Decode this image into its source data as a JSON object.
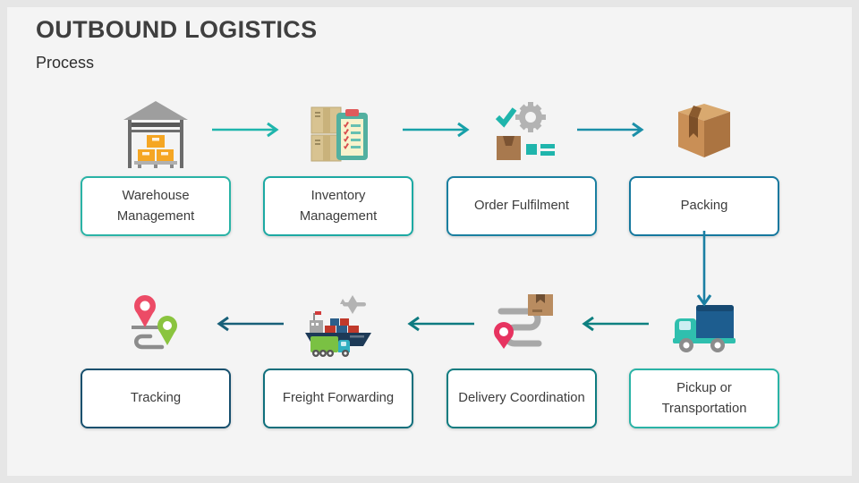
{
  "slide": {
    "title": "OUTBOUND LOGISTICS",
    "subtitle": "Process"
  },
  "steps": [
    {
      "label": "Warehouse Management",
      "icon": "warehouse-icon",
      "border_color": "#2ab3a6"
    },
    {
      "label": "Inventory Management",
      "icon": "inventory-clipboard-icon",
      "border_color": "#1ca9a3"
    },
    {
      "label": "Order Fulfilment",
      "icon": "order-gear-box-icon",
      "border_color": "#1a7fa0"
    },
    {
      "label": "Packing",
      "icon": "packing-box-icon",
      "border_color": "#15789e"
    },
    {
      "label": "Pickup or Transportation",
      "icon": "delivery-truck-icon",
      "border_color": "#2ab3a6"
    },
    {
      "label": "Delivery Coordination",
      "icon": "route-pin-package-icon",
      "border_color": "#0e7c80"
    },
    {
      "label": "Freight Forwarding",
      "icon": "ship-plane-truck-icon",
      "border_color": "#0f6f7c"
    },
    {
      "label": "Tracking",
      "icon": "map-pins-route-icon",
      "border_color": "#17506e"
    }
  ],
  "arrows": [
    {
      "name": "arrow-warehouse-to-inventory",
      "direction": "right",
      "color": "#1fb5ac"
    },
    {
      "name": "arrow-inventory-to-order",
      "direction": "right",
      "color": "#17a0a8"
    },
    {
      "name": "arrow-order-to-packing",
      "direction": "right",
      "color": "#1b8fa8"
    },
    {
      "name": "arrow-packing-to-pickup",
      "direction": "down",
      "color": "#1a7fa3"
    },
    {
      "name": "arrow-pickup-to-delivery",
      "direction": "left",
      "color": "#0e8080"
    },
    {
      "name": "arrow-delivery-to-freight",
      "direction": "left",
      "color": "#0d7a80"
    },
    {
      "name": "arrow-freight-to-tracking",
      "direction": "left",
      "color": "#175f78"
    }
  ],
  "icon_colors": {
    "teal": "#1fb5ac",
    "orange": "#f5a623",
    "cardboard": "#d8c391",
    "brown_box": "#a8794e",
    "navy": "#1d3a57",
    "pin_red": "#e73360",
    "pin_green": "#8ac43f",
    "gray": "#9e9e9e"
  }
}
